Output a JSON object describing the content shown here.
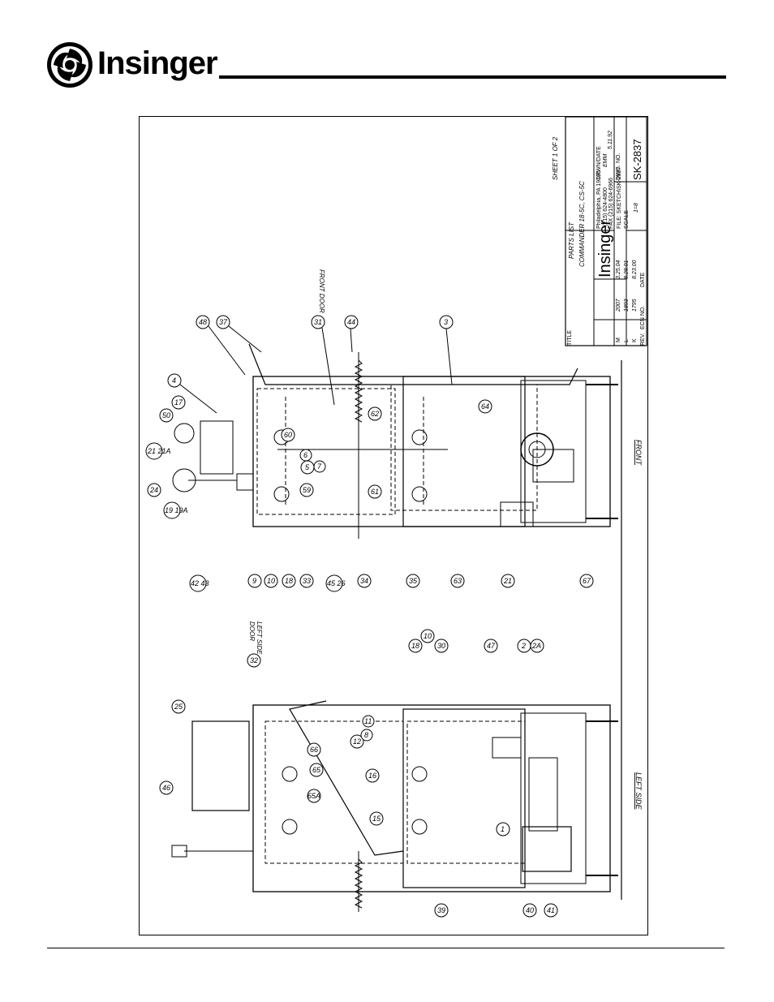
{
  "brand": {
    "name": "Insinger",
    "logo_text": "Insinger"
  },
  "title_block": {
    "title_label": "TITLE",
    "sheet": "SHEET 1 OF 2",
    "parts_list": "PARTS LIST",
    "model": "COMMANDER 18-5C,  CS-5C",
    "company": "Insinger",
    "address": "Philadelphia, PA 19135",
    "phone": "(215) 624-4800",
    "fax": "FAX (215) 624-6966",
    "drawn_label": "DRWN/DATE",
    "drawn_by": "EMM",
    "drawn_date": "5.11.92",
    "file": "FILE: SKETCH\\SK-2837",
    "dwg_label": "DWG. NO.",
    "dwg_no": "SK-2837",
    "scale_label": "SCALE",
    "scale": "1=8",
    "revisions": [
      {
        "rev": "M",
        "ecn": "2007",
        "date": "3.25.04"
      },
      {
        "rev": "L",
        "ecn": "1893",
        "date": "8.28.01"
      },
      {
        "rev": "K",
        "ecn": "1795",
        "date": "8.23.00"
      }
    ],
    "rev_label": "REV.",
    "ecn_label": "ECN NO.",
    "date_label": "DATE"
  },
  "views": {
    "front": "FRONT",
    "left_side": "LEFT SIDE",
    "front_door": "FRONT DOOR",
    "left_side_door_1": "LEFT SIDE",
    "left_side_door_2": "DOOR"
  },
  "callouts_front": [
    "48",
    "37",
    "31",
    "44",
    "3",
    "4",
    "17",
    "50",
    "21 21A",
    "24",
    "19 19A",
    "42 43",
    "9",
    "10",
    "18",
    "33",
    "45 26",
    "34",
    "35",
    "63",
    "21",
    "67",
    "64",
    "62",
    "60",
    "5",
    "6",
    "7",
    "59",
    "61"
  ],
  "callouts_side": [
    "25",
    "46",
    "32",
    "66",
    "65",
    "65A",
    "12",
    "8",
    "11",
    "16",
    "15",
    "18",
    "10",
    "30",
    "47",
    "2",
    "2A",
    "1",
    "39",
    "40",
    "41"
  ]
}
